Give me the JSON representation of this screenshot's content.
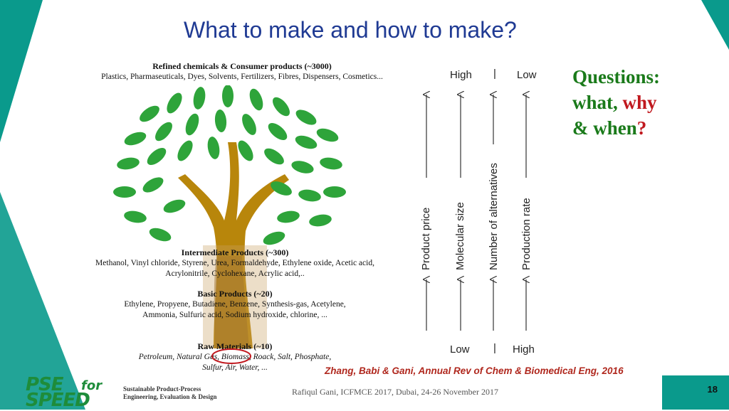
{
  "slide": {
    "title": "What to make and how to make?",
    "page_number": "18"
  },
  "tree": {
    "refined": {
      "heading": "Refined chemicals & Consumer products (~3000)",
      "items": "Plastics, Pharmaseuticals, Dyes, Solvents, Fertilizers, Fibres, Dispensers, Cosmetics..."
    },
    "intermediate": {
      "heading": "Intermediate Products (~300)",
      "line1": "Methanol, Vinyl chloride, Styrene, Urea, Formaldehyde, Ethylene oxide, Acetic acid,",
      "line2": "Acrylonitrile, Cyclohexane, Acrylic acid,.."
    },
    "basic": {
      "heading": "Basic Products (~20)",
      "line1": "Ethylene, Propyene, Butadiene, Benzene, Synthesis-gas, Acetylene,",
      "line2": "Ammonia, Sulfuric acid, Sodium hydroxide, chlorine, ..."
    },
    "raw": {
      "heading": "Raw Materials (~10)",
      "line1": "Petroleum, Natural Gas, Biomass, Roack, Salt, Phosphate,",
      "line2": "Sulfur, Air, Water, ..."
    }
  },
  "scale": {
    "top_left": "High",
    "top_separator": "|",
    "top_right": "Low",
    "bottom_left": "Low",
    "bottom_separator": "|",
    "bottom_right": "High",
    "axes": [
      "Product price",
      "Molecular size",
      "Number of alternatives",
      "Production rate"
    ]
  },
  "questions": {
    "line1": "Questions:",
    "what": "what,",
    "why": "why",
    "amp_when": "& when",
    "qmark": "?",
    "color_green": "#1a7a1a",
    "color_red": "#c0181e"
  },
  "reference": "Zhang, Babi & Gani, Annual Rev of Chem & Biomedical Eng, 2016",
  "footer": {
    "presenter": "Rafiqul Gani, ICFMCE 2017, Dubai, 24-26 November 2017",
    "logo_line1": "PSE",
    "logo_for": "for",
    "logo_line2": "SPEED",
    "logo_sub1": "Sustainable Product-Process",
    "logo_sub2": "Engineering, Evaluation & Design"
  },
  "colors": {
    "teal": "#0a9a8c",
    "title_blue": "#1f3a93",
    "leaf_green": "#2ea43a",
    "trunk": "#b8860b",
    "logo_green": "#1e8c3a"
  }
}
